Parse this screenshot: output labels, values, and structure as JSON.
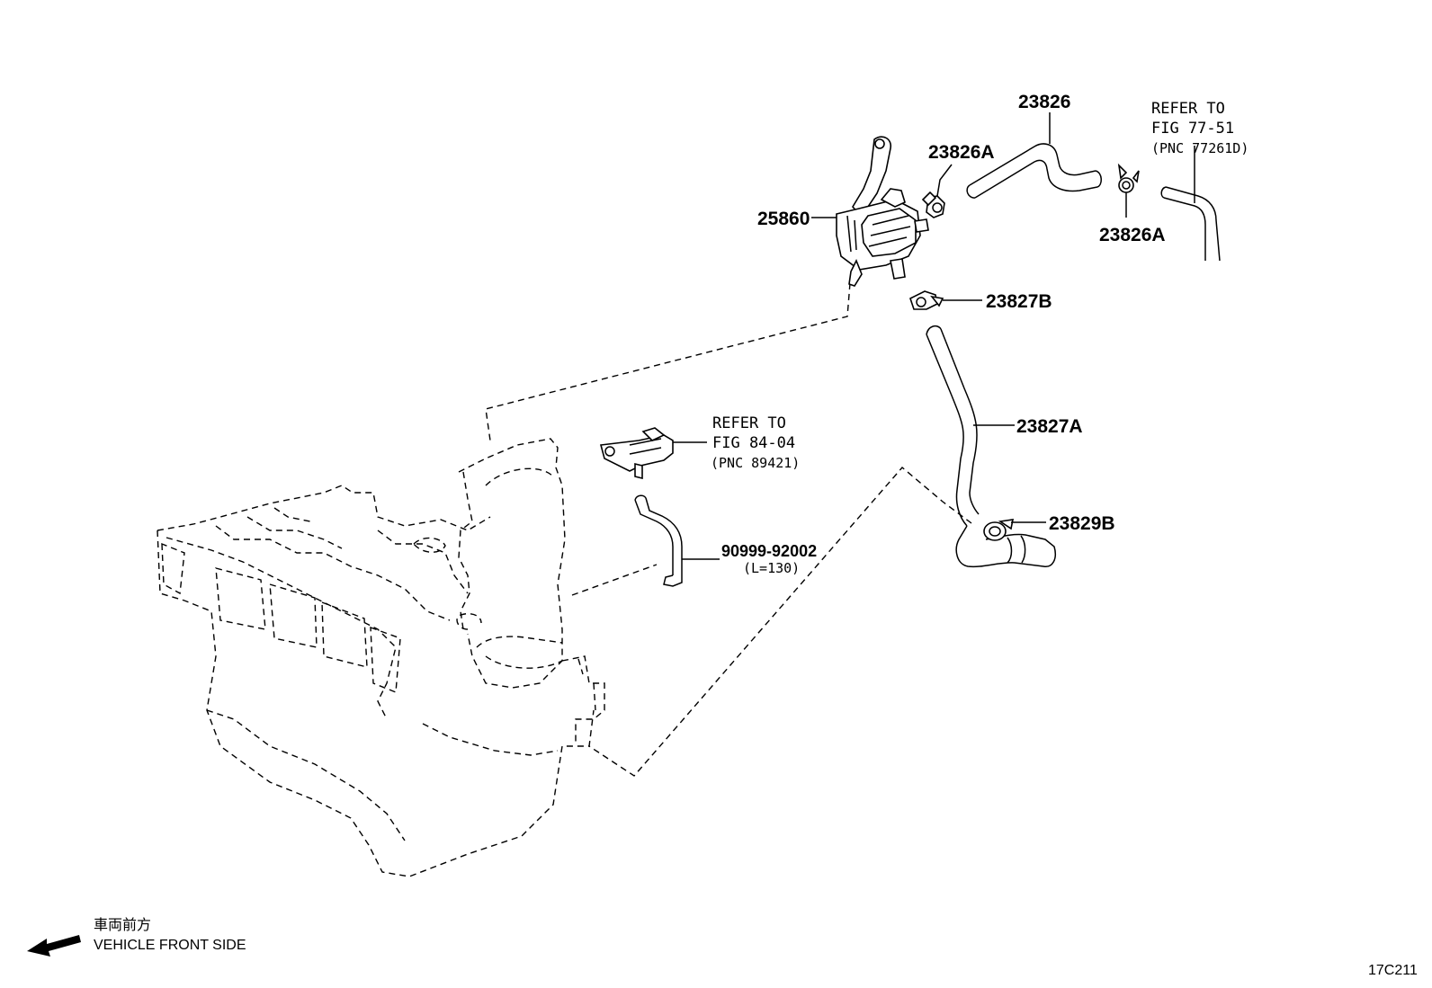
{
  "callouts": {
    "p25860": "25860",
    "p23826": "23826",
    "p23826a_left": "23826A",
    "p23826a_right": "23826A",
    "p23827b": "23827B",
    "p23827a": "23827A",
    "p23829b": "23829B",
    "p90999": "90999-92002",
    "p90999_length": "(L=130)"
  },
  "references": {
    "ref1": {
      "line1": "REFER TO",
      "line2": "FIG 77-51",
      "line3": "(PNC 77261D)"
    },
    "ref2": {
      "line1": "REFER TO",
      "line2": "FIG 84-04",
      "line3": "(PNC 89421)"
    }
  },
  "footer": {
    "direction_jp": "車両前方",
    "direction_en": "VEHICLE FRONT SIDE",
    "figure_code": "17C211"
  }
}
